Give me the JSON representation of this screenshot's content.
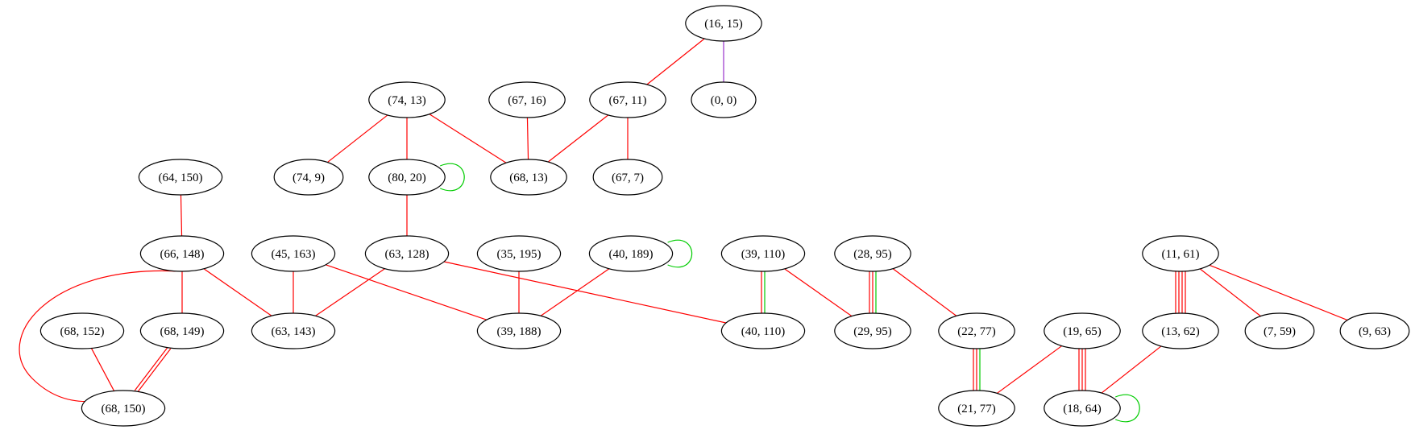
{
  "graph": {
    "type": "undirected",
    "colors": {
      "red": "#ff0000",
      "green": "#00cc00",
      "purple": "#9932cc",
      "node_stroke": "#000000"
    },
    "nodes": [
      {
        "id": "n16_15",
        "label": "(16, 15)"
      },
      {
        "id": "n67_11",
        "label": "(67, 11)"
      },
      {
        "id": "n0_0",
        "label": "(0, 0)"
      },
      {
        "id": "n74_13",
        "label": "(74, 13)"
      },
      {
        "id": "n67_16",
        "label": "(67, 16)"
      },
      {
        "id": "n74_9",
        "label": "(74, 9)"
      },
      {
        "id": "n80_20",
        "label": "(80, 20)"
      },
      {
        "id": "n68_13",
        "label": "(68, 13)"
      },
      {
        "id": "n67_7",
        "label": "(67, 7)"
      },
      {
        "id": "n64_150",
        "label": "(64, 150)"
      },
      {
        "id": "n66_148",
        "label": "(66, 148)"
      },
      {
        "id": "n45_163",
        "label": "(45, 163)"
      },
      {
        "id": "n63_128",
        "label": "(63, 128)"
      },
      {
        "id": "n35_195",
        "label": "(35, 195)"
      },
      {
        "id": "n40_189",
        "label": "(40, 189)"
      },
      {
        "id": "n39_110",
        "label": "(39, 110)"
      },
      {
        "id": "n28_95",
        "label": "(28, 95)"
      },
      {
        "id": "n11_61",
        "label": "(11, 61)"
      },
      {
        "id": "n68_152",
        "label": "(68, 152)"
      },
      {
        "id": "n68_149",
        "label": "(68, 149)"
      },
      {
        "id": "n63_143",
        "label": "(63, 143)"
      },
      {
        "id": "n39_188",
        "label": "(39, 188)"
      },
      {
        "id": "n40_110",
        "label": "(40, 110)"
      },
      {
        "id": "n29_95",
        "label": "(29, 95)"
      },
      {
        "id": "n22_77",
        "label": "(22, 77)"
      },
      {
        "id": "n19_65",
        "label": "(19, 65)"
      },
      {
        "id": "n13_62",
        "label": "(13, 62)"
      },
      {
        "id": "n7_59",
        "label": "(7, 59)"
      },
      {
        "id": "n9_63",
        "label": "(9, 63)"
      },
      {
        "id": "n68_150",
        "label": "(68, 150)"
      },
      {
        "id": "n21_77",
        "label": "(21, 77)"
      },
      {
        "id": "n18_64",
        "label": "(18, 64)"
      }
    ],
    "edges": [
      {
        "source": "n16_15",
        "target": "n67_11",
        "colors": [
          "red"
        ]
      },
      {
        "source": "n16_15",
        "target": "n0_0",
        "colors": [
          "purple"
        ]
      },
      {
        "source": "n74_13",
        "target": "n74_9",
        "colors": [
          "red"
        ]
      },
      {
        "source": "n74_13",
        "target": "n80_20",
        "colors": [
          "red"
        ]
      },
      {
        "source": "n74_13",
        "target": "n68_13",
        "colors": [
          "red"
        ]
      },
      {
        "source": "n67_16",
        "target": "n68_13",
        "colors": [
          "red"
        ]
      },
      {
        "source": "n67_11",
        "target": "n68_13",
        "colors": [
          "red"
        ]
      },
      {
        "source": "n67_11",
        "target": "n67_7",
        "colors": [
          "red"
        ]
      },
      {
        "source": "n80_20",
        "target": "n80_20",
        "colors": [
          "green"
        ]
      },
      {
        "source": "n80_20",
        "target": "n63_128",
        "colors": [
          "red"
        ]
      },
      {
        "source": "n64_150",
        "target": "n66_148",
        "colors": [
          "red"
        ]
      },
      {
        "source": "n66_148",
        "target": "n68_149",
        "colors": [
          "red"
        ]
      },
      {
        "source": "n66_148",
        "target": "n63_143",
        "colors": [
          "red"
        ]
      },
      {
        "source": "n66_148",
        "target": "n68_150",
        "colors": [
          "red"
        ]
      },
      {
        "source": "n45_163",
        "target": "n63_143",
        "colors": [
          "red"
        ]
      },
      {
        "source": "n45_163",
        "target": "n39_188",
        "colors": [
          "red"
        ]
      },
      {
        "source": "n63_128",
        "target": "n63_143",
        "colors": [
          "red"
        ]
      },
      {
        "source": "n63_128",
        "target": "n40_110",
        "colors": [
          "red"
        ]
      },
      {
        "source": "n35_195",
        "target": "n39_188",
        "colors": [
          "red"
        ]
      },
      {
        "source": "n40_189",
        "target": "n40_189",
        "colors": [
          "green"
        ]
      },
      {
        "source": "n40_189",
        "target": "n39_188",
        "colors": [
          "red"
        ]
      },
      {
        "source": "n39_110",
        "target": "n40_110",
        "colors": [
          "green",
          "red"
        ]
      },
      {
        "source": "n39_110",
        "target": "n29_95",
        "colors": [
          "red"
        ]
      },
      {
        "source": "n28_95",
        "target": "n29_95",
        "colors": [
          "green",
          "red",
          "red"
        ]
      },
      {
        "source": "n28_95",
        "target": "n22_77",
        "colors": [
          "red"
        ]
      },
      {
        "source": "n22_77",
        "target": "n21_77",
        "colors": [
          "green",
          "red",
          "red"
        ]
      },
      {
        "source": "n19_65",
        "target": "n21_77",
        "colors": [
          "red"
        ]
      },
      {
        "source": "n19_65",
        "target": "n18_64",
        "colors": [
          "red",
          "red",
          "red"
        ]
      },
      {
        "source": "n18_64",
        "target": "n18_64",
        "colors": [
          "green"
        ]
      },
      {
        "source": "n11_61",
        "target": "n13_62",
        "colors": [
          "red",
          "red",
          "red",
          "red"
        ]
      },
      {
        "source": "n11_61",
        "target": "n7_59",
        "colors": [
          "red"
        ]
      },
      {
        "source": "n11_61",
        "target": "n9_63",
        "colors": [
          "red"
        ]
      },
      {
        "source": "n13_62",
        "target": "n18_64",
        "colors": [
          "red"
        ]
      },
      {
        "source": "n68_152",
        "target": "n68_150",
        "colors": [
          "red"
        ]
      },
      {
        "source": "n68_149",
        "target": "n68_150",
        "colors": [
          "red",
          "red"
        ]
      }
    ]
  }
}
